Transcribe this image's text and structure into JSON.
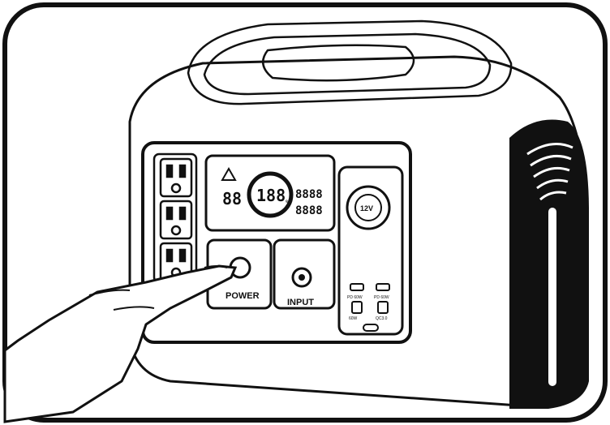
{
  "power_label": "POWER",
  "input_label": "INPUT",
  "dc_label": "12V",
  "lcd": {
    "left_digits": "88",
    "center_digits": "188",
    "center_unit": "%",
    "right_top_digits": "8888",
    "right_bottom_digits": "8888"
  },
  "port_tags": {
    "usb_a_left": "PD 60W",
    "usb_a_right": "PD 60W",
    "usb_c_left": "60W",
    "usb_c_right": "QC3.0"
  },
  "colors": {
    "line": "#111111",
    "background": "#ffffff"
  }
}
